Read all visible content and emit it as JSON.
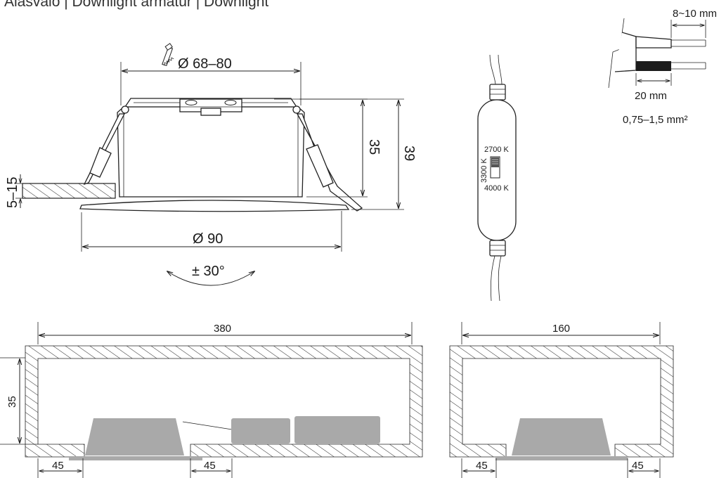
{
  "title": "Alasvalo | Downlight armatur | Downlight",
  "side_view": {
    "cutout_label": "Ø 68–80",
    "height_35": "35",
    "height_39": "39",
    "ceiling_thickness": "5–15",
    "diameter_label": "Ø 90",
    "tilt_label": "± 30°"
  },
  "switch_box": {
    "temp_top": "2700 K",
    "temp_mid": "3300 K",
    "temp_bottom": "4000 K"
  },
  "wire_detail": {
    "strip_length": "8~10 mm",
    "insulation_length": "20 mm",
    "cross_section": "0,75–1,5 mm²"
  },
  "install_long": {
    "width": "380",
    "depth": "35",
    "left_clearance": "45",
    "mid_clearance": "45"
  },
  "install_short": {
    "width": "160",
    "left_clearance": "45",
    "right_clearance": "45"
  },
  "colors": {
    "line": "#222222",
    "fill_grey": "#a9a9a9",
    "background": "#ffffff"
  }
}
